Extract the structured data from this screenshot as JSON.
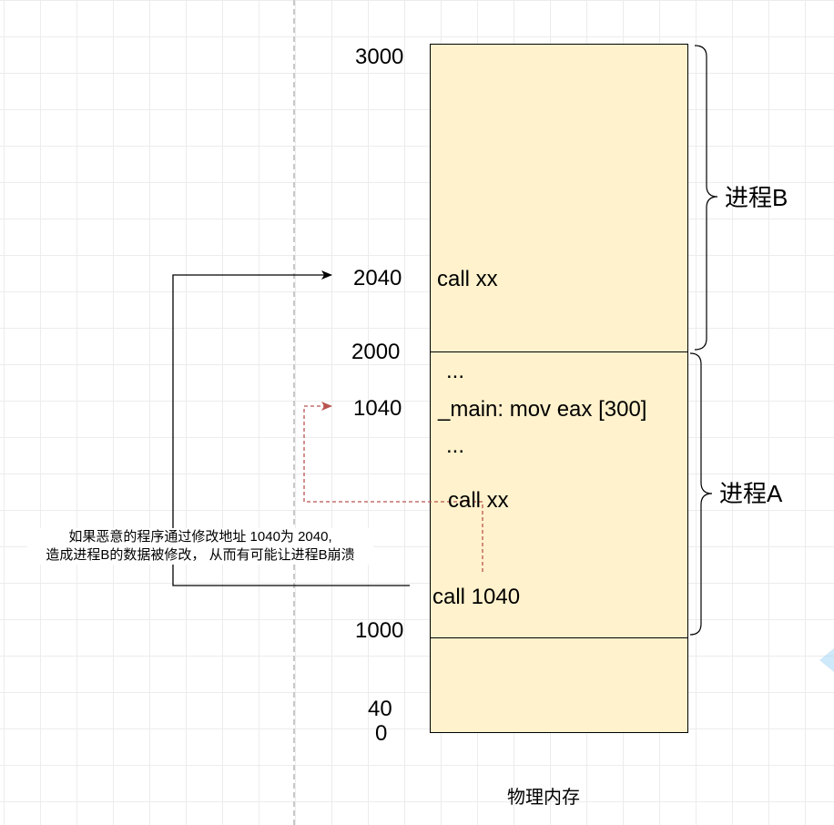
{
  "memory": {
    "caption": "物理内存",
    "addresses": {
      "a3000": "3000",
      "a2040": "2040",
      "a2000": "2000",
      "a1040": "1040",
      "a1000": "1000",
      "a40": "40",
      "a0": "0"
    },
    "code": {
      "process_b_call": "call xx",
      "ellipsis_top": "...",
      "main_instruction": "_main: mov eax [300]",
      "ellipsis_mid": "...",
      "process_a_call": "call xx",
      "call_1040": "call  1040"
    },
    "fill_color": "#fff2cc"
  },
  "processes": {
    "b_label": "进程B",
    "a_label": "进程A"
  },
  "note": {
    "line1": "如果恶意的程序通过修改地址 1040为 2040,",
    "line2": "造成进程B的数据被修改， 从而有可能让进程B崩溃"
  },
  "colors": {
    "arrow_solid": "#000000",
    "arrow_dashed": "#b85450"
  }
}
